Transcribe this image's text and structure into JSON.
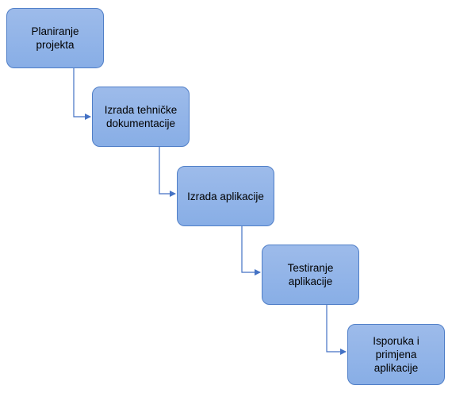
{
  "diagram": {
    "steps": [
      {
        "label": "Planiranje\nprojekta"
      },
      {
        "label": "Izrada tehničke\ndokumentacije"
      },
      {
        "label": "Izrada aplikacije"
      },
      {
        "label": "Testiranje\naplikacije"
      },
      {
        "label": "Isporuka i\nprimjena\naplikacije"
      }
    ],
    "colors": {
      "box_fill": "#8fb3e8",
      "box_border": "#4f7ec7",
      "connector": "#4472c4"
    }
  }
}
